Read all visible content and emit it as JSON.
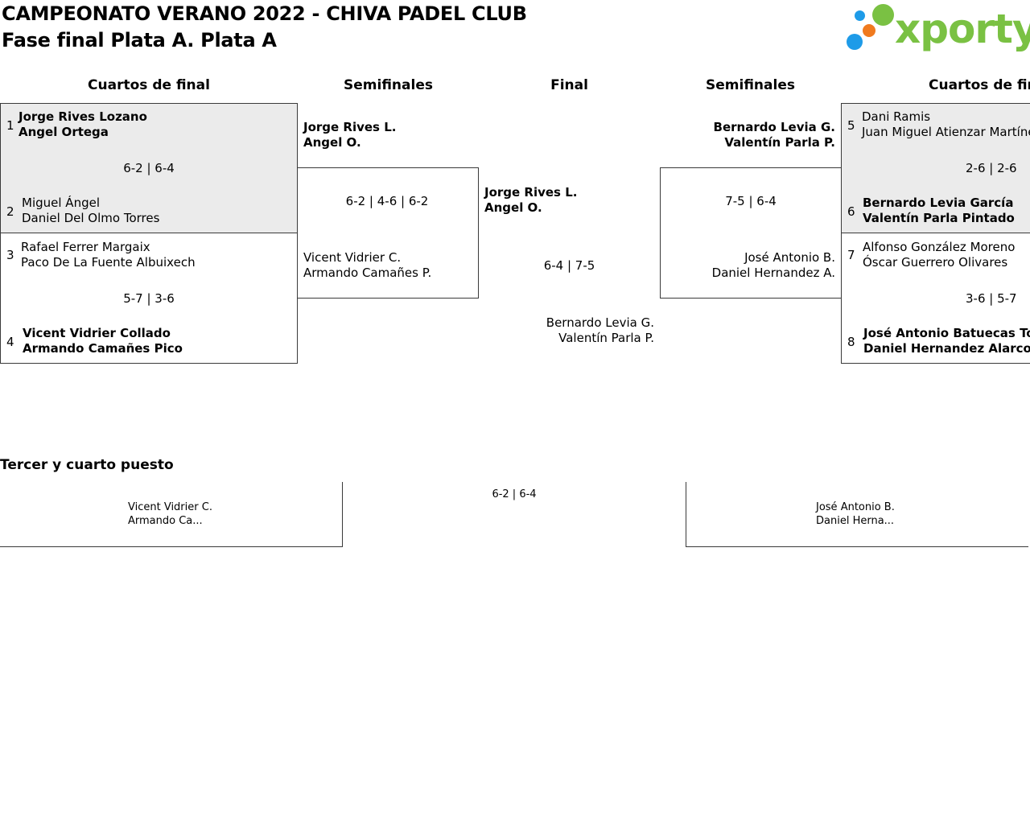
{
  "header": {
    "title": "CAMPEONATO VERANO 2022 - CHIVA PADEL CLUB",
    "subtitle": "Fase final Plata A. Plata A",
    "logo_text": "xporty",
    "colors": {
      "logo_green": "#7ac143",
      "logo_blue": "#1e9be8",
      "logo_orange": "#f07a1e"
    }
  },
  "columns": {
    "left_quarters": "Cuartos de final",
    "left_semis": "Semifinales",
    "final": "Final",
    "right_semis": "Semifinales",
    "right_quarters": "Cuartos de final"
  },
  "left_quarters": [
    {
      "seed_a": "1",
      "a1": "Jorge Rives Lozano",
      "a2": "Angel Ortega",
      "score": "6-2 | 6-4",
      "seed_b": "2",
      "b1": "Miguel Ángel",
      "b2": "Daniel Del Olmo Torres"
    },
    {
      "seed_a": "3",
      "a1": "Rafael Ferrer Margaix",
      "a2": "Paco De La Fuente Albuixech",
      "score": "5-7 | 3-6",
      "seed_b": "4",
      "b1": "Vicent Vidrier Collado",
      "b2": "Armando Camañes Pico"
    }
  ],
  "left_semi": {
    "a1": "Jorge Rives L.",
    "a2": "Angel O.",
    "score": "6-2 | 4-6 | 6-2",
    "b1": "Vicent Vidrier C.",
    "b2": "Armando Camañes P."
  },
  "final": {
    "a1": "Jorge Rives L.",
    "a2": "Angel O.",
    "score": "6-4 | 7-5",
    "b1": "Bernardo Levia G.",
    "b2": "Valentín Parla P."
  },
  "right_semi": {
    "a1": "Bernardo Levia G.",
    "a2": "Valentín Parla P.",
    "score": "7-5 | 6-4",
    "b1": "José Antonio B.",
    "b2": "Daniel Hernandez A."
  },
  "right_quarters": [
    {
      "seed_a": "5",
      "a1": "Dani Ramis",
      "a2": "Juan Miguel Atienzar Martínez",
      "score": "2-6 | 2-6",
      "seed_b": "6",
      "b1": "Bernardo Levia García",
      "b2": "Valentín Parla Pintado"
    },
    {
      "seed_a": "7",
      "a1": "Alfonso González Moreno",
      "a2": "Óscar Guerrero Olivares",
      "score": "3-6 | 5-7",
      "seed_b": "8",
      "b1": "José Antonio Batuecas Tobias",
      "b2": "Daniel Hernandez Alarcon"
    }
  ],
  "third_place": {
    "title": "Tercer y cuarto puesto",
    "score": "6-2 | 6-4",
    "a1": "Vicent Vidrier C.",
    "a2": "Armando Ca...",
    "b1": "José Antonio B.",
    "b2": "Daniel Herna..."
  }
}
